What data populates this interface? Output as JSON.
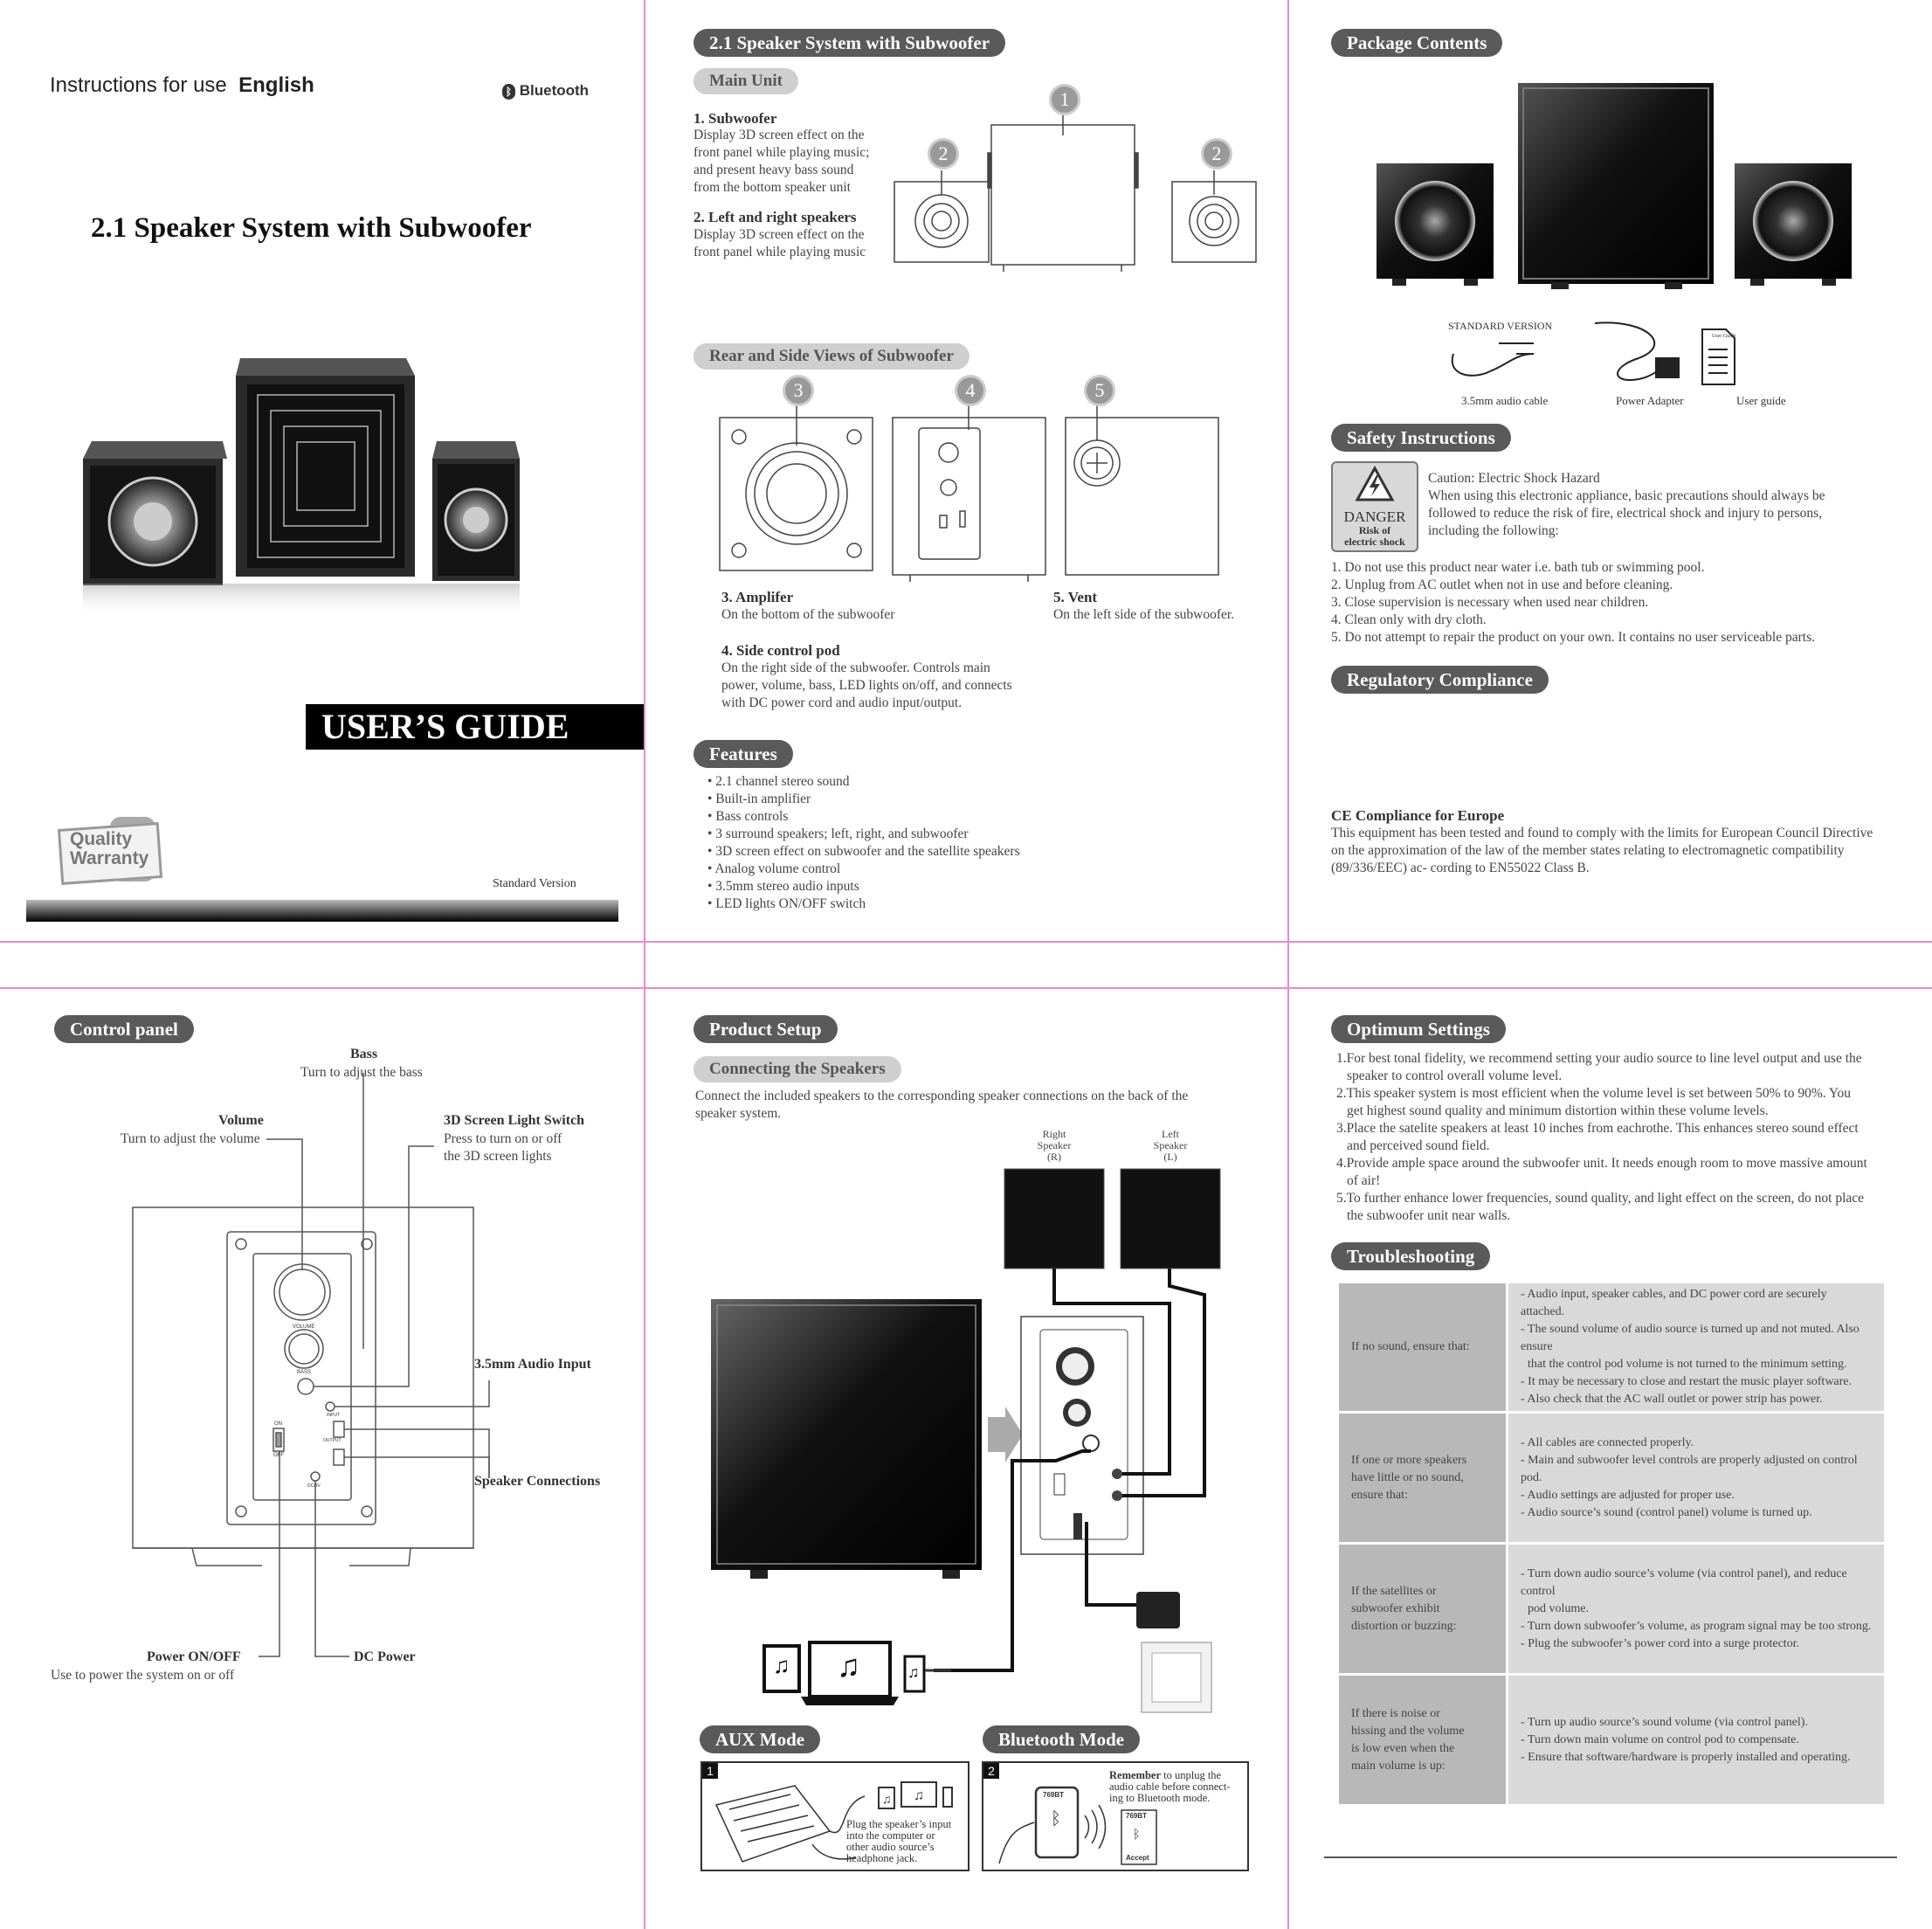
{
  "cover": {
    "instructions_prefix": "Instructions for use",
    "instructions_lang": "English",
    "bluetooth_logo": "Bluetooth",
    "title": "2.1 Speaker System with Subwoofer",
    "users_guide": "USER’S GUIDE",
    "quality_1": "Quality",
    "quality_2": "Warranty",
    "version": "Standard Version"
  },
  "main_unit": {
    "section": "2.1 Speaker System with Subwoofer",
    "sub": "Main Unit",
    "item1_title": "1. Subwoofer",
    "item1_lines": [
      "Display 3D screen effect on the",
      "front panel while playing music;",
      "and present heavy bass sound",
      "from the bottom speaker unit"
    ],
    "item2_title": "2. Left and right speakers",
    "item2_lines": [
      "Display 3D screen effect on the",
      "front panel while playing music"
    ],
    "callout_1": "1",
    "callout_2": "2",
    "rear_title": "Rear and Side Views of Subwoofer",
    "callout_3": "3",
    "callout_4": "4",
    "callout_5": "5",
    "item3_title": "3. Amplifer",
    "item3_text": "On the bottom of the subwoofer",
    "item5_title": "5. Vent",
    "item5_text": "On the left side of the subwoofer.",
    "item4_title": "4. Side control pod",
    "item4_lines": [
      "On the right side of the subwoofer. Controls main",
      "power, volume, bass, LED lights on/off, and connects",
      "with DC power cord and audio input/output."
    ],
    "features_title": "Features",
    "features": [
      "• 2.1 channel stereo sound",
      "• Built-in amplifier",
      "• Bass controls",
      "• 3 surround speakers; left, right, and subwoofer",
      "• 3D screen effect on subwoofer and the satellite speakers",
      "• Analog volume control",
      "• 3.5mm stereo audio inputs",
      "• LED lights ON/OFF switch"
    ]
  },
  "package": {
    "title": "Package Contents",
    "standard_version": "STANDARD VERSION",
    "cable": "3.5mm audio cable",
    "adapter": "Power Adapter",
    "guide": "User guide",
    "guide_icon": "User Guide",
    "safety_title": "Safety Instructions",
    "danger": "DANGER",
    "risk_1": "Risk of",
    "risk_2": "electric shock",
    "caution_title": "Caution: Electric Shock Hazard",
    "caution_lines": [
      "When using this electronic appliance, basic precautions should always be",
      "followed to reduce the risk of fire, electrical shock and injury to persons,",
      "including the following:"
    ],
    "safety_items": [
      "1. Do not use this product near water i.e. bath tub or swimming pool.",
      "2. Unplug from AC outlet when not in use and before cleaning.",
      "3. Close supervision is necessary when used near children.",
      "4. Clean only with dry cloth.",
      "5. Do not attempt to repair the product on your own. It contains no user serviceable parts."
    ],
    "regulatory_title": "Regulatory Compliance",
    "ce_title": "CE Compliance for Europe",
    "ce_lines": [
      "This equipment has been tested and found to comply with the limits for European Council Directive",
      "on the approximation of the law of the member states relating to electromagnetic compatibility",
      "(89/336/EEC) ac- cording to EN55022 Class B."
    ]
  },
  "control": {
    "title": "Control panel",
    "bass": "Bass",
    "bass_desc": "Turn to adjust the bass",
    "volume": "Volume",
    "volume_desc": "Turn to adjust the volume",
    "light_switch": "3D Screen Light Switch",
    "light_desc_1": "Press to turn on or off",
    "light_desc_2": "the 3D screen  lights",
    "audio_input": "3.5mm Audio Input",
    "speaker_conn": "Speaker Connections",
    "power": "Power ON/OFF",
    "power_desc": "Use to power the system on or off",
    "dc_power": "DC Power",
    "panel_volume": "VOLUME",
    "panel_bass": "BASS",
    "panel_on": "ON",
    "panel_off": "OFF",
    "panel_input": "INPUT",
    "panel_output": "OUTPUT",
    "panel_dc": "DC/9V"
  },
  "setup": {
    "title": "Product Setup",
    "sub": "Connecting the Speakers",
    "intro_1": "Connect the included speakers to the corresponding speaker connections on the back of the",
    "intro_2": "speaker system.",
    "right_1": "Right",
    "right_2": "Speaker",
    "right_3": "(R)",
    "left_1": "Left",
    "left_2": "Speaker",
    "left_3": "(L)",
    "aux_title": "AUX Mode",
    "bt_title": "Bluetooth Mode",
    "aux_num": "1",
    "bt_num": "2",
    "aux_lines": [
      "Plug the speaker’s input",
      "into the computer or",
      "other audio source’s",
      "headphone jack."
    ],
    "bt_remember": "Remember",
    "bt_lines": [
      " to unplug the",
      "audio cable before connect-",
      "ing to Bluetooth mode."
    ],
    "bt_device": "769BT",
    "bt_accept": "Accept"
  },
  "optimum": {
    "title": "Optimum Settings",
    "items": [
      [
        "1.For best tonal fidelity, we recommend setting your audio source to line level output and use the",
        "speaker to control overall volume level."
      ],
      [
        "2.This speaker system is most efficient when the volume level is set between 50% to 90%. You",
        "get highest sound quality and minimum distortion within these volume levels."
      ],
      [
        "3.Place the satelite speakers at least 10 inches from eachrothe. This enhances stereo sound effect",
        "and perceived sound field."
      ],
      [
        "4.Provide ample space around the subwoofer unit. It needs enough room to move massive amount",
        "of air!"
      ],
      [
        "5.To further enhance lower frequencies, sound quality, and light effect on the screen, do not place",
        "the subwoofer unit near walls."
      ]
    ],
    "trouble_title": "Troubleshooting",
    "trouble": [
      {
        "cond": [
          "If no sound, ensure that:"
        ],
        "sol": [
          "- Audio input, speaker cables, and DC power cord are securely attached.",
          "- The sound volume of audio source is turned up and not muted. Also ensure",
          "  that the control pod volume is not turned to the minimum setting.",
          "- It may be necessary to close and restart the music player software.",
          "- Also check that the AC wall outlet or power strip has power."
        ]
      },
      {
        "cond": [
          "If one or more speakers",
          "have little or no sound,",
          "ensure that:"
        ],
        "sol": [
          "- All cables are connected properly.",
          "- Main and subwoofer level controls are properly adjusted on control pod.",
          "- Audio settings are adjusted for proper use.",
          "- Audio source’s sound (control panel) volume is turned up."
        ]
      },
      {
        "cond": [
          "If the satellites or",
          "subwoofer exhibit",
          "distortion or buzzing:"
        ],
        "sol": [
          "- Turn down audio source’s volume (via control panel), and reduce control",
          "  pod volume.",
          "- Turn down subwoofer’s volume, as program signal may be too strong.",
          "- Plug the subwoofer’s power cord into a surge protector."
        ]
      },
      {
        "cond": [
          "If there is noise or",
          "hissing and the volume",
          "is low even when the",
          "main volume is up:"
        ],
        "sol": [
          "- Turn up audio source’s sound volume (via control panel).",
          "- Turn down main volume on control pod to compensate.",
          "- Ensure that software/hardware is properly installed and operating."
        ]
      }
    ]
  }
}
